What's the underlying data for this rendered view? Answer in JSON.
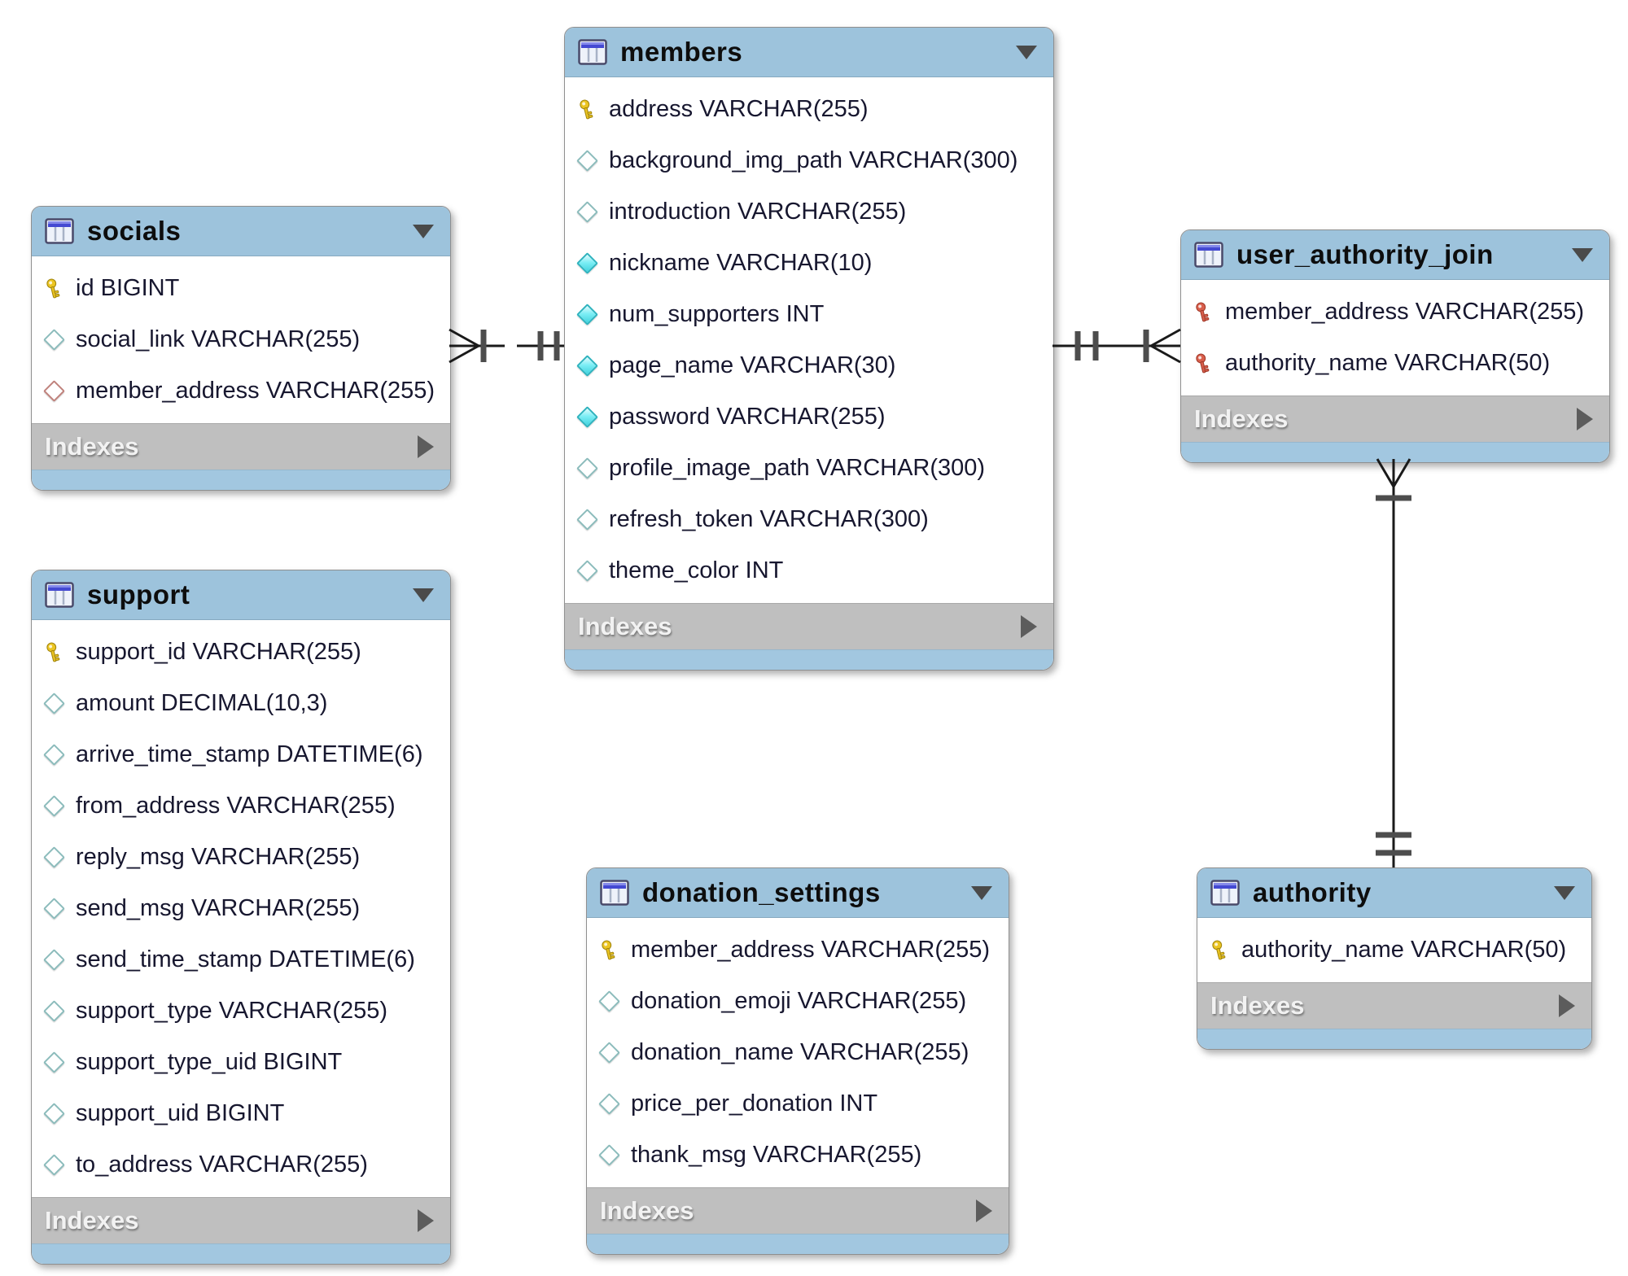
{
  "diagram": {
    "tables": [
      {
        "name": "socials",
        "indexes_label": "Indexes",
        "fields": [
          {
            "name": "id",
            "type": "BIGINT",
            "icon": "primary-key"
          },
          {
            "name": "social_link",
            "type": "VARCHAR(255)",
            "icon": "nullable-column"
          },
          {
            "name": "member_address",
            "type": "VARCHAR(255)",
            "icon": "foreign-key-column"
          }
        ]
      },
      {
        "name": "members",
        "indexes_label": "Indexes",
        "fields": [
          {
            "name": "address",
            "type": "VARCHAR(255)",
            "icon": "primary-key"
          },
          {
            "name": "background_img_path",
            "type": "VARCHAR(300)",
            "icon": "nullable-column"
          },
          {
            "name": "introduction",
            "type": "VARCHAR(255)",
            "icon": "nullable-column"
          },
          {
            "name": "nickname",
            "type": "VARCHAR(10)",
            "icon": "not-null-column"
          },
          {
            "name": "num_supporters",
            "type": "INT",
            "icon": "not-null-column"
          },
          {
            "name": "page_name",
            "type": "VARCHAR(30)",
            "icon": "not-null-column"
          },
          {
            "name": "password",
            "type": "VARCHAR(255)",
            "icon": "not-null-column"
          },
          {
            "name": "profile_image_path",
            "type": "VARCHAR(300)",
            "icon": "nullable-column"
          },
          {
            "name": "refresh_token",
            "type": "VARCHAR(300)",
            "icon": "nullable-column"
          },
          {
            "name": "theme_color",
            "type": "INT",
            "icon": "nullable-column"
          }
        ]
      },
      {
        "name": "user_authority_join",
        "indexes_label": "Indexes",
        "fields": [
          {
            "name": "member_address",
            "type": "VARCHAR(255)",
            "icon": "foreign-primary-key"
          },
          {
            "name": "authority_name",
            "type": "VARCHAR(50)",
            "icon": "foreign-primary-key"
          }
        ]
      },
      {
        "name": "support",
        "indexes_label": "Indexes",
        "fields": [
          {
            "name": "support_id",
            "type": "VARCHAR(255)",
            "icon": "primary-key"
          },
          {
            "name": "amount",
            "type": "DECIMAL(10,3)",
            "icon": "nullable-column"
          },
          {
            "name": "arrive_time_stamp",
            "type": "DATETIME(6)",
            "icon": "nullable-column"
          },
          {
            "name": "from_address",
            "type": "VARCHAR(255)",
            "icon": "nullable-column"
          },
          {
            "name": "reply_msg",
            "type": "VARCHAR(255)",
            "icon": "nullable-column"
          },
          {
            "name": "send_msg",
            "type": "VARCHAR(255)",
            "icon": "nullable-column"
          },
          {
            "name": "send_time_stamp",
            "type": "DATETIME(6)",
            "icon": "nullable-column"
          },
          {
            "name": "support_type",
            "type": "VARCHAR(255)",
            "icon": "nullable-column"
          },
          {
            "name": "support_type_uid",
            "type": "BIGINT",
            "icon": "nullable-column"
          },
          {
            "name": "support_uid",
            "type": "BIGINT",
            "icon": "nullable-column"
          },
          {
            "name": "to_address",
            "type": "VARCHAR(255)",
            "icon": "nullable-column"
          }
        ]
      },
      {
        "name": "donation_settings",
        "indexes_label": "Indexes",
        "fields": [
          {
            "name": "member_address",
            "type": "VARCHAR(255)",
            "icon": "primary-key"
          },
          {
            "name": "donation_emoji",
            "type": "VARCHAR(255)",
            "icon": "nullable-column"
          },
          {
            "name": "donation_name",
            "type": "VARCHAR(255)",
            "icon": "nullable-column"
          },
          {
            "name": "price_per_donation",
            "type": "INT",
            "icon": "nullable-column"
          },
          {
            "name": "thank_msg",
            "type": "VARCHAR(255)",
            "icon": "nullable-column"
          }
        ]
      },
      {
        "name": "authority",
        "indexes_label": "Indexes",
        "fields": [
          {
            "name": "authority_name",
            "type": "VARCHAR(50)",
            "icon": "primary-key"
          }
        ]
      }
    ],
    "relationships": [
      {
        "from_table": "socials",
        "from_cardinality": "many",
        "to_table": "members",
        "to_cardinality": "exactly one",
        "line": "dashed (non-identifying)"
      },
      {
        "from_table": "user_authority_join",
        "from_cardinality": "one or many",
        "to_table": "members",
        "to_cardinality": "exactly one",
        "line": "solid (identifying)"
      },
      {
        "from_table": "user_authority_join",
        "from_cardinality": "one or many",
        "to_table": "authority",
        "to_cardinality": "exactly one",
        "line": "solid (identifying)"
      }
    ],
    "colors": {
      "header_blue": "#9dc3dc",
      "footer_blue": "#a2c7e0",
      "indexes_gray": "#bfbfbf",
      "primary_key_yellow": "#ecc522",
      "foreign_primary_key_red": "#d95f4c",
      "not_null_diamond_cyan": "#7deef5",
      "nullable_diamond_border": "#8cbcbc",
      "foreign_key_diamond_border": "#c0827c",
      "connector_black": "#1a1a1a",
      "tick_gray": "#4d4d4d"
    }
  }
}
